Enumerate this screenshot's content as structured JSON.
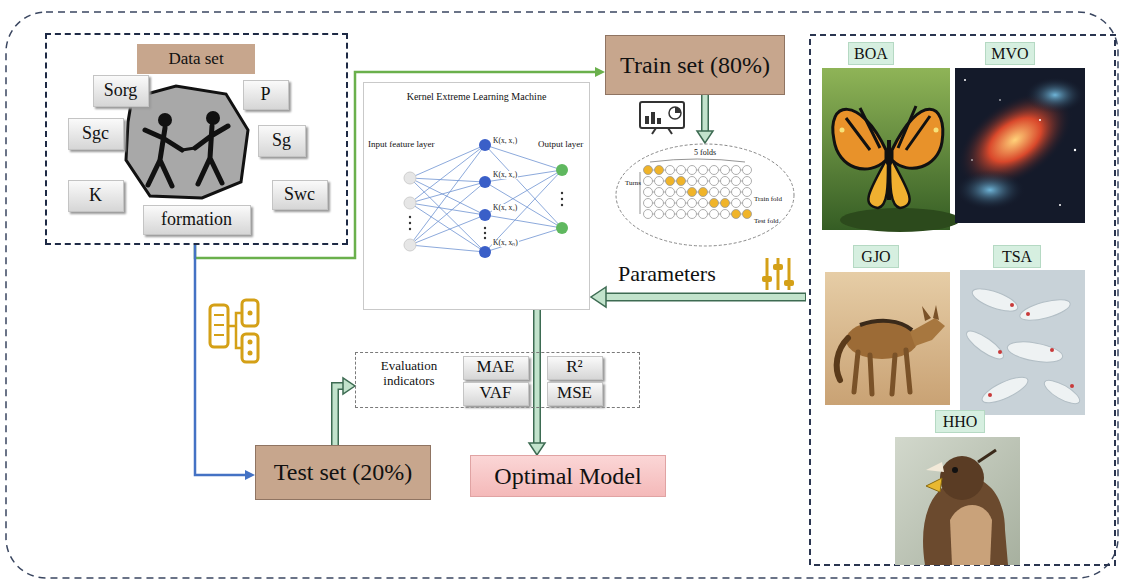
{
  "diagram": {
    "nodes": [
      {
        "text": [
          "Data set"
        ]
      },
      {
        "text": [
          "Sorg"
        ],
        "in": 0
      },
      {
        "text": [
          "P"
        ],
        "in": 0
      },
      {
        "text": [
          "Sgc"
        ],
        "in": 0
      },
      {
        "text": [
          "Sg"
        ],
        "in": 0
      },
      {
        "text": [
          "K"
        ],
        "in": 0
      },
      {
        "text": [
          "Swc"
        ],
        "in": 0
      },
      {
        "text": [
          "formation"
        ],
        "in": 0
      },
      {
        "text": [
          "Train set (80%)"
        ]
      },
      {
        "text": [
          "5 folds"
        ]
      },
      {
        "text": [
          "Kernel Extreme Learning Machine"
        ]
      },
      {
        "text": [
          "Evaluation indicators"
        ]
      },
      {
        "text": [
          "MAE"
        ],
        "in": 11
      },
      {
        "text": [
          "R²"
        ],
        "in": 11
      },
      {
        "text": [
          "VAF"
        ],
        "in": 11
      },
      {
        "text": [
          "MSE"
        ],
        "in": 11
      },
      {
        "text": [
          "Test set (20%)"
        ]
      },
      {
        "text": [
          "Optimal Model"
        ]
      },
      {
        "text": [
          "BOA"
        ]
      },
      {
        "text": [
          "MVO"
        ]
      },
      {
        "text": [
          "GJO"
        ]
      },
      {
        "text": [
          "TSA"
        ]
      },
      {
        "text": [
          "HHO"
        ]
      }
    ],
    "edges": [
      {
        "from": 0,
        "to": 8,
        "arrow": "to"
      },
      {
        "from": 8,
        "to": 9,
        "arrow": "to"
      },
      {
        "from": 0,
        "to": 16,
        "arrow": "to"
      },
      {
        "from": 16,
        "to": 11,
        "arrow": "to"
      },
      {
        "from": 10,
        "to": 17,
        "arrow": "to"
      }
    ],
    "labels": [
      "Input feature layer",
      "Output layer",
      "K(x, x₁)",
      "K(x, x₂)",
      "K(x, x₃)",
      "K(x, xₙ)",
      "Turns",
      "Train fold",
      "Test fold",
      "Parameters"
    ]
  }
}
